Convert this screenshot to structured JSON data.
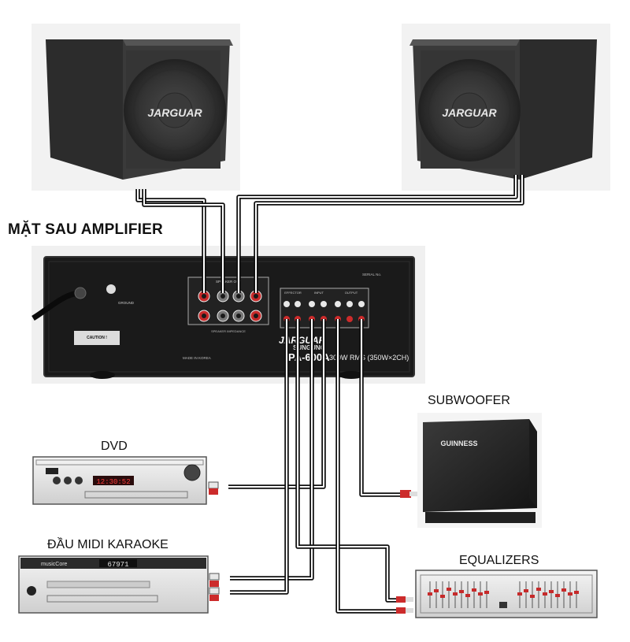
{
  "labels": {
    "amp_rear": "MẶT SAU AMPLIFIER",
    "subwoofer": "SUBWOOFER",
    "dvd": "DVD",
    "midi": "ĐẦU MIDI KARAOKE",
    "equalizers": "EQUALIZERS"
  },
  "speakers": {
    "left_brand": "JARGUAR",
    "right_brand": "JARGUAR"
  },
  "amplifier": {
    "brand": "JARGUAR",
    "maker": "SUNGUNG",
    "model": "PA-600A",
    "power": "300W RMS (350W×2CH)",
    "speaker_out": "SPEAKER OUT",
    "ground": "GROUND",
    "serial": "SERIAL No.",
    "caution": "CAUTION !",
    "section_effector": "EFFECTOR",
    "section_input": "INPUT",
    "section_output": "OUTPUT",
    "impedance": "SPEAKER IMPEDANCE",
    "made_in": "MADE IN KOREA"
  },
  "subwoofer": {
    "brand": "GUINNESS"
  },
  "dvd": {
    "display": "12:30:52"
  },
  "midi": {
    "brand": "musicCore",
    "display": "67971"
  },
  "colors": {
    "cable_outer": "#111111",
    "cable_inner": "#ffffff",
    "rca_red": "#cc2b2b",
    "rca_white": "#e8e8e8",
    "amp_body": "#1a1a1a",
    "speaker_body": "#3a3a3a"
  }
}
